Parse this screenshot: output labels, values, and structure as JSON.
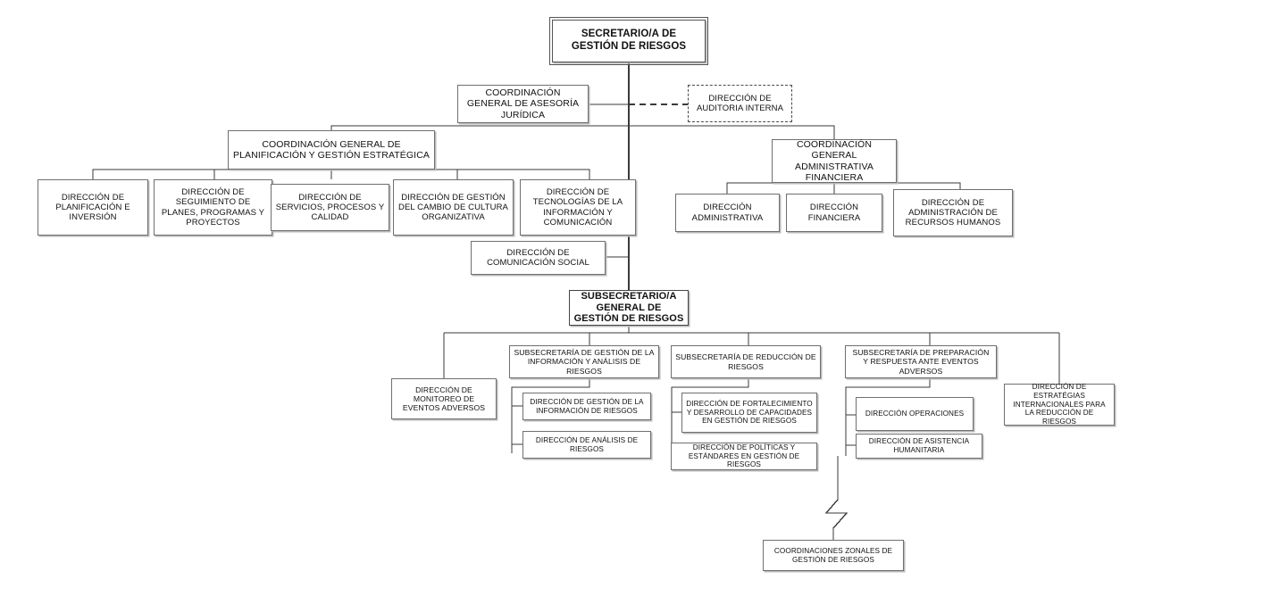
{
  "chart_data": {
    "type": "diagram",
    "title": "Organigrama Secretaría de Gestión de Riesgos",
    "orientation": "top-down"
  },
  "nodes": {
    "secretario": "SECRETARIO/A DE GESTIÓN DE RIESGOS",
    "asesoria_juridica": "COORDINACIÓN GENERAL DE ASESORÍA JURÍDICA",
    "auditoria_interna": "DIRECCIÓN DE AUDITORIA INTERNA",
    "cg_planificacion": "COORDINACIÓN GENERAL DE PLANIFICACIÓN Y GESTIÓN ESTRATÉGICA",
    "dir_planificacion": "DIRECCIÓN DE PLANIFICACIÓN E INVERSIÓN",
    "dir_seguimiento": "DIRECCIÓN DE SEGUIMIENTO DE PLANES, PROGRAMAS Y PROYECTOS",
    "dir_servicios": "DIRECCIÓN DE SERVICIOS, PROCESOS Y CALIDAD",
    "dir_cambio_cultura": "DIRECCIÓN DE GESTIÓN DEL CAMBIO DE CULTURA ORGANIZATIVA",
    "dir_tecnologias": "DIRECCIÓN DE TECNOLOGÍAS DE LA INFORMACIÓN Y COMUNICACIÓN",
    "cg_administrativa": "COORDINACIÓN GENERAL ADMINISTRATIVA FINANCIERA",
    "dir_administrativa": "DIRECCIÓN ADMINISTRATIVA",
    "dir_financiera": "DIRECCIÓN FINANCIERA",
    "dir_rrhh": "DIRECCIÓN DE ADMINISTRACIÓN DE RECURSOS HUMANOS",
    "dir_comunicacion": "DIRECCIÓN DE COMUNICACIÓN SOCIAL",
    "subsecretario": "SUBSECRETARIO/A GENERAL DE GESTIÓN DE RIESGOS",
    "dir_monitoreo": "DIRECCIÓN DE MONITOREO DE EVENTOS ADVERSOS",
    "ss_informacion": "SUBSECRETARÍA DE GESTIÓN DE LA INFORMACIÓN Y ANÁLISIS DE RIESGOS",
    "dir_gestion_informacion": "DIRECCIÓN DE GESTIÓN DE LA INFORMACIÓN DE RIESGOS",
    "dir_analisis": "DIRECCIÓN DE ANÁLISIS DE RIESGOS",
    "ss_reduccion": "SUBSECRETARÍA DE REDUCCIÓN DE RIESGOS",
    "dir_fortalecimiento": "DIRECCIÓN DE FORTALECIMIENTO Y DESARROLLO DE CAPACIDADES EN GESTIÓN DE RIESGOS",
    "dir_politicas": "DIRECCIÓN DE POLÍTICAS Y ESTÁNDARES EN GESTIÓN DE RIESGOS",
    "ss_preparacion": "SUBSECRETARÍA DE PREPARACIÓN Y RESPUESTA ANTE EVENTOS ADVERSOS",
    "dir_operaciones": "DIRECCIÓN OPERACIONES",
    "dir_asistencia": "DIRECCIÓN DE ASISTENCIA HUMANITARIA",
    "dir_estrategias": "DIRECCIÓN DE ESTRATÉGIAS INTERNACIONALES PARA LA REDUCCIÓN DE RIESGOS",
    "coordinaciones_zonales": "COORDINACIONES ZONALES DE GESTIÓN DE RIESGOS"
  },
  "colors": {
    "box_border": "#6f6f6f",
    "box_shadow": "#b9b9b9",
    "line": "#3a3a3a",
    "background": "#ffffff"
  }
}
